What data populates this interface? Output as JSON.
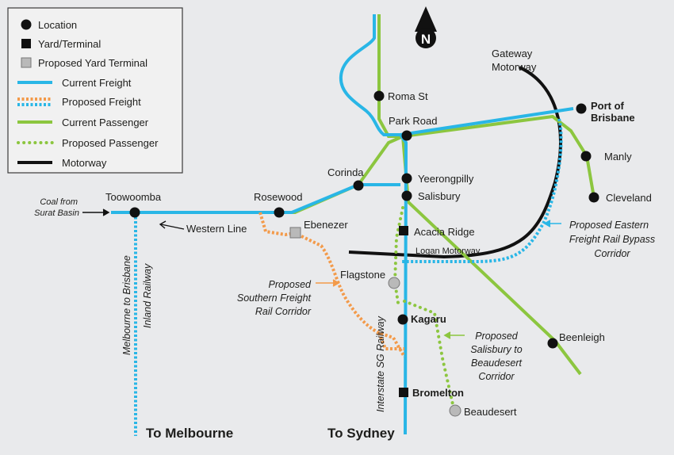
{
  "colors": {
    "freight": "#29b6e6",
    "passenger": "#8cc63f",
    "proposed_freight": "#f39a4a",
    "motorway": "#111111",
    "yard": "#111111",
    "proposed_yard": "#b9b9b9",
    "background": "#e9eaec",
    "legend_bg": "#f1f1f1"
  },
  "legend": {
    "items": [
      {
        "symbol": "location",
        "label": "Location"
      },
      {
        "symbol": "yard",
        "label": "Yard/Terminal"
      },
      {
        "symbol": "proposed-yard",
        "label": "Proposed Yard Terminal"
      },
      {
        "symbol": "current-freight",
        "label": "Current Freight"
      },
      {
        "symbol": "proposed-freight",
        "label": "Proposed Freight"
      },
      {
        "symbol": "current-passenger",
        "label": "Current Passenger"
      },
      {
        "symbol": "proposed-passenger",
        "label": "Proposed Passenger"
      },
      {
        "symbol": "motorway",
        "label": "Motorway"
      }
    ]
  },
  "compass": {
    "label": "N",
    "icon": "north-arrow-icon"
  },
  "places": {
    "roma_st": "Roma St",
    "park_road": "Park Road",
    "port_line1": "Port of",
    "port_line2": "Brisbane",
    "manly": "Manly",
    "cleveland": "Cleveland",
    "corinda": "Corinda",
    "yeerongpilly": "Yeerongpilly",
    "salisbury": "Salisbury",
    "toowoomba": "Toowoomba",
    "rosewood": "Rosewood",
    "ebenezer": "Ebenezer",
    "acacia_ridge": "Acacia Ridge",
    "flagstone": "Flagstone",
    "kagaru": "Kagaru",
    "bromelton": "Bromelton",
    "beaudesert": "Beaudesert",
    "beenleigh": "Beenleigh"
  },
  "routes": {
    "gateway_line1": "Gateway",
    "gateway_line2": "Motorway",
    "logan": "Logan Motorway",
    "western_line": "Western Line",
    "coal_line1": "Coal from",
    "coal_line2": "Surat Basin",
    "inland_line1": "Melbourne to Brisbane",
    "inland_line2": "Inland Railway",
    "interstate": "Interstate SG Railway"
  },
  "annotations": {
    "southern_line1": "Proposed",
    "southern_line2": "Southern Freight",
    "southern_line3": "Rail Corridor",
    "eastern_line1": "Proposed Eastern",
    "eastern_line2": "Freight Rail Bypass",
    "eastern_line3": "Corridor",
    "salisbury_line1": "Proposed",
    "salisbury_line2": "Salisbury to",
    "salisbury_line3": "Beaudesert",
    "salisbury_line4": "Corridor"
  },
  "destinations": {
    "melbourne": "To Melbourne",
    "sydney": "To Sydney"
  }
}
